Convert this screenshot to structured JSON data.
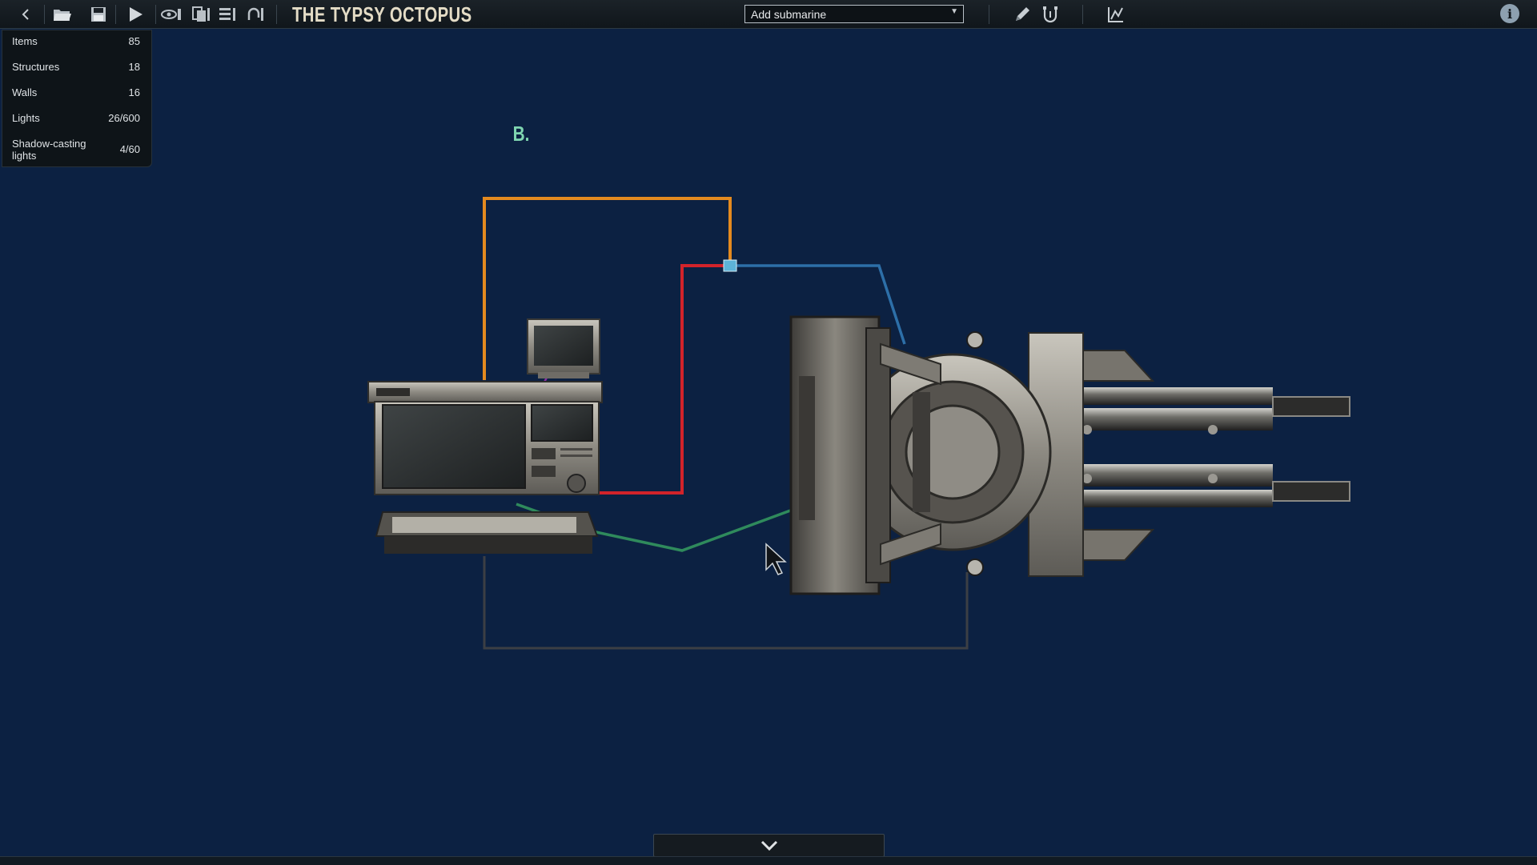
{
  "toolbar": {
    "title": "THE TYPSY OCTOPUS",
    "submarine_dropdown": "Add submarine",
    "icons": [
      "back-icon",
      "open-folder-icon",
      "save-icon",
      "play-icon",
      "visibility-icon",
      "copy-layers-icon",
      "layers-icon",
      "undo-icon",
      "pencil-icon",
      "wiring-icon",
      "link-icon",
      "info-icon"
    ]
  },
  "stats": [
    {
      "label": "Items",
      "value": "85"
    },
    {
      "label": "Structures",
      "value": "18"
    },
    {
      "label": "Walls",
      "value": "16"
    },
    {
      "label": "Lights",
      "value": "26/600"
    },
    {
      "label": "Shadow-casting lights",
      "value": "4/60"
    }
  ],
  "canvas": {
    "marker_label": "B.",
    "wire_colors": {
      "orange": "#e48a1f",
      "red": "#d2232a",
      "blue": "#2d6fa8",
      "green": "#2f8a5c",
      "purple": "#8a2da0",
      "gray": "#3c3f44"
    }
  }
}
